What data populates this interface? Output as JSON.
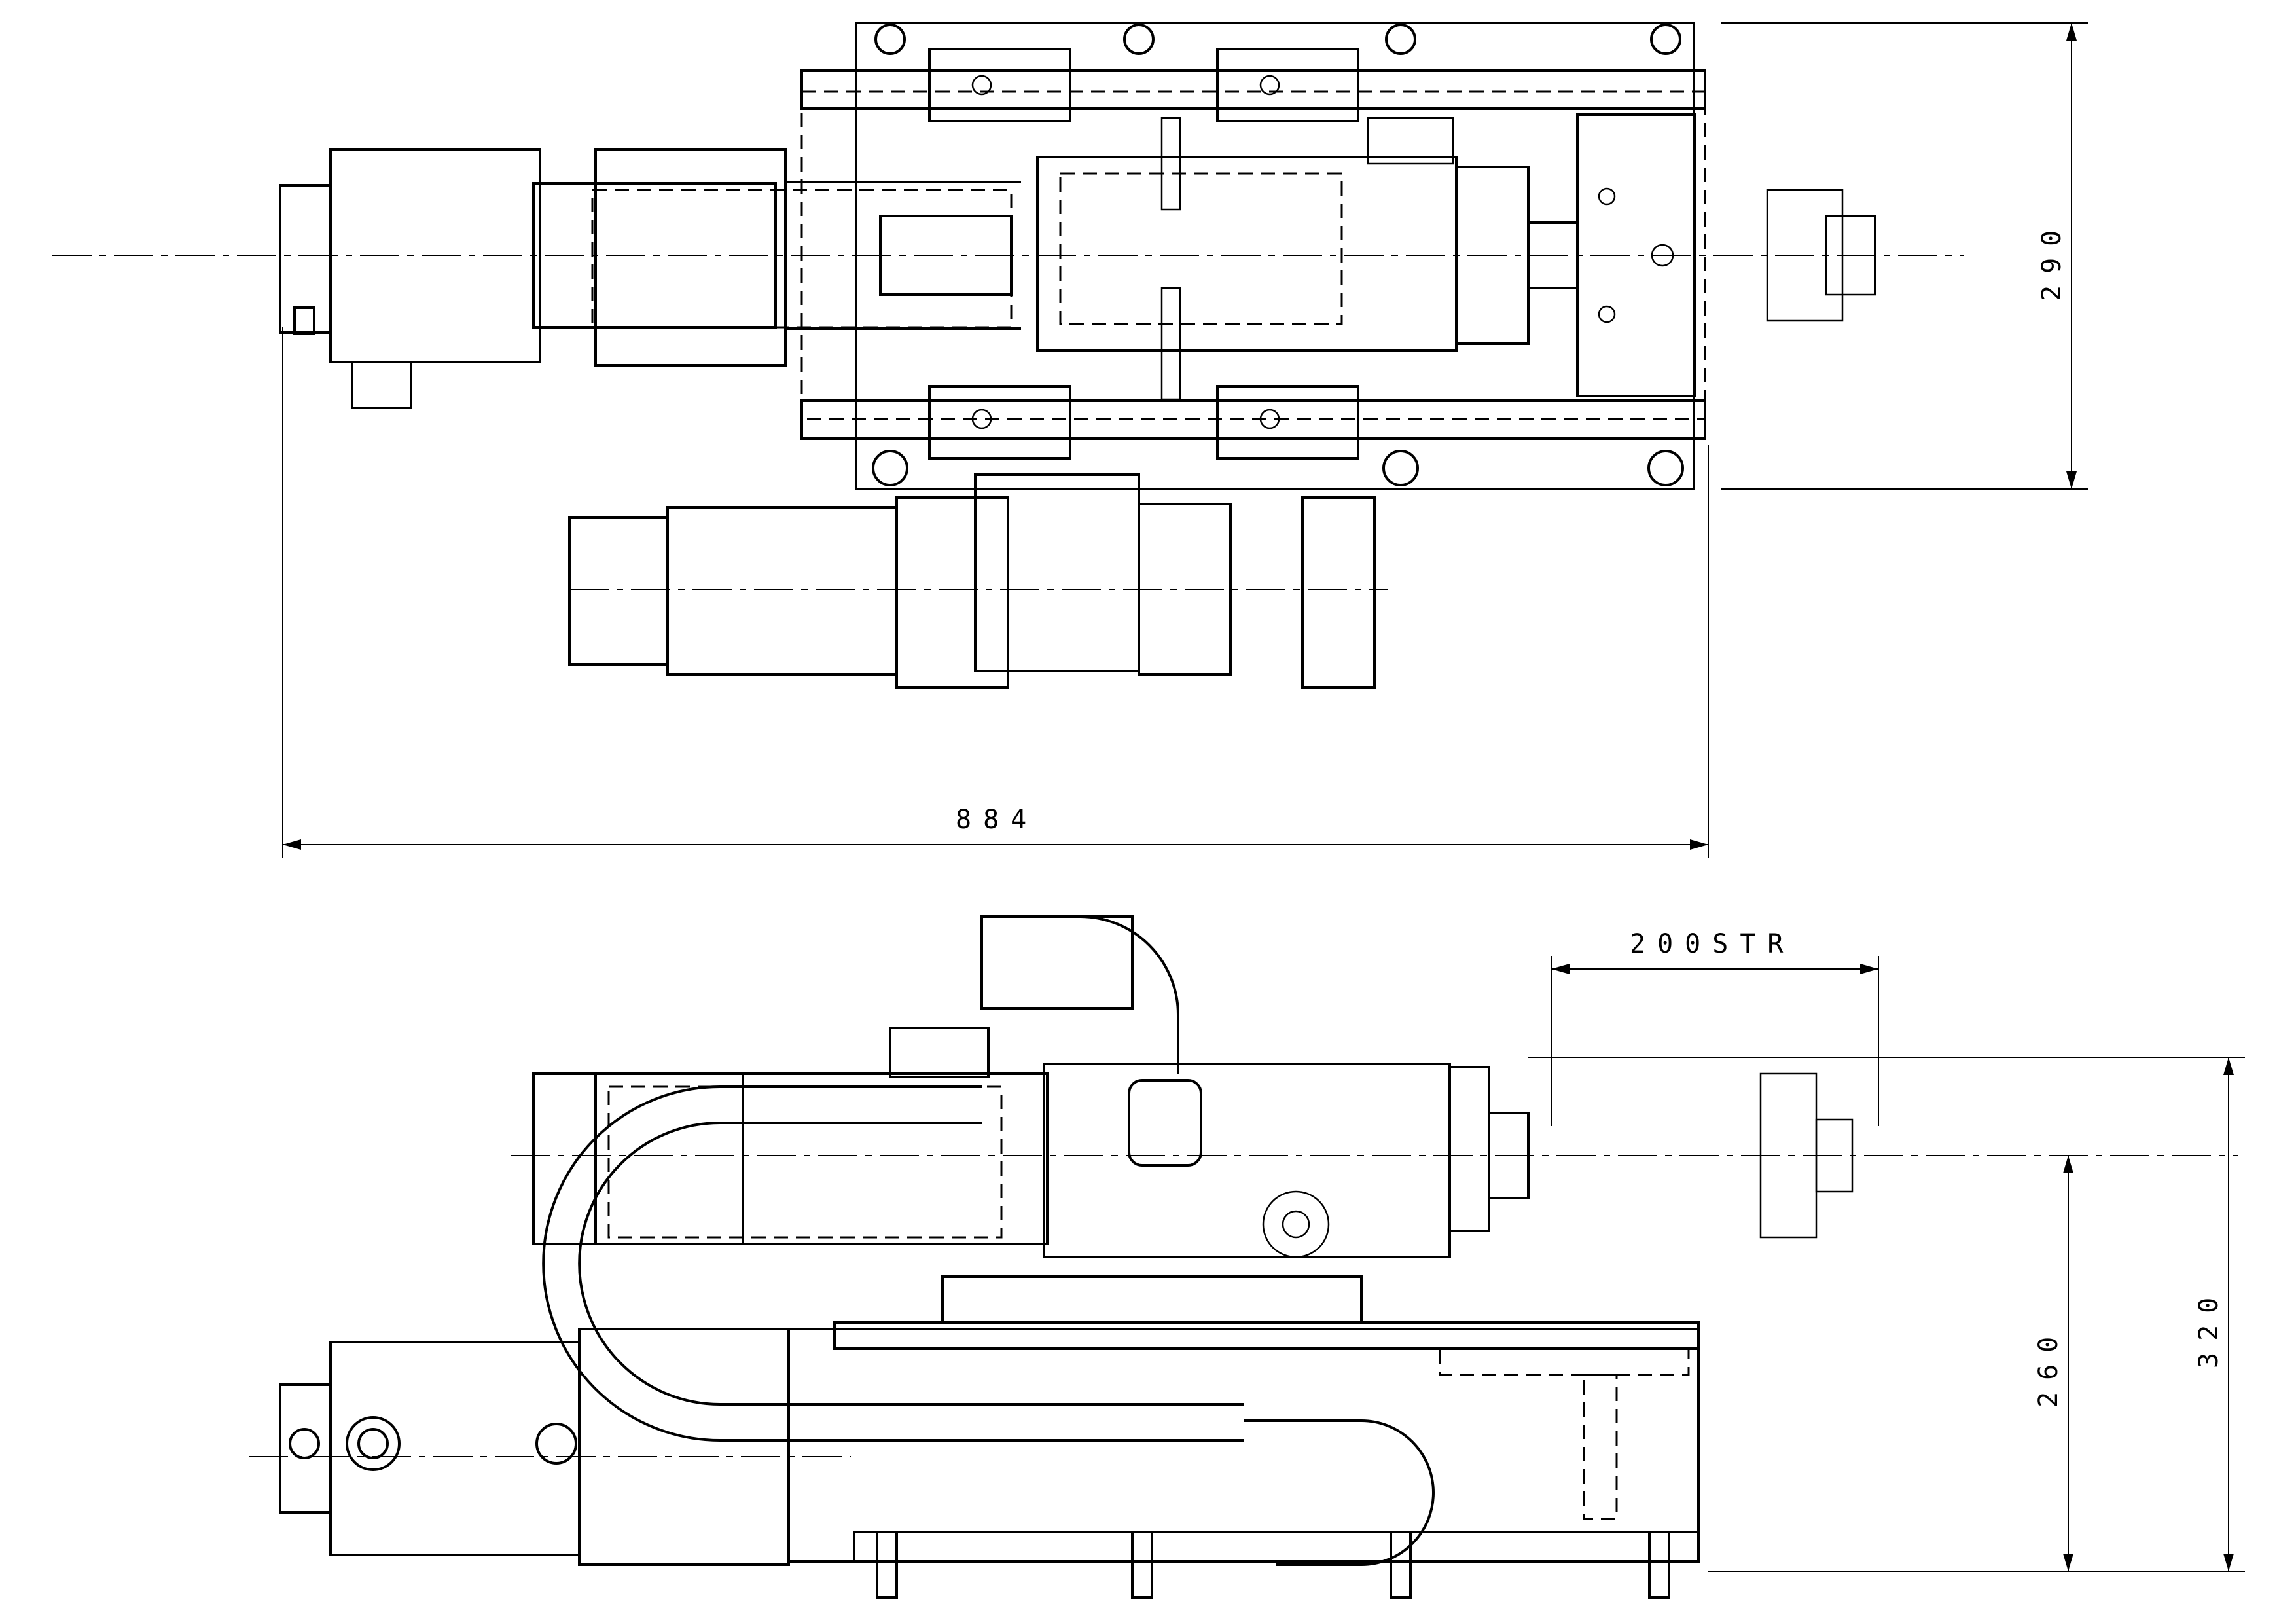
{
  "dimensions": {
    "overall_length": "884",
    "top_height": "290",
    "stroke": "200STR",
    "front_height_total": "320",
    "front_height_center": "260"
  }
}
